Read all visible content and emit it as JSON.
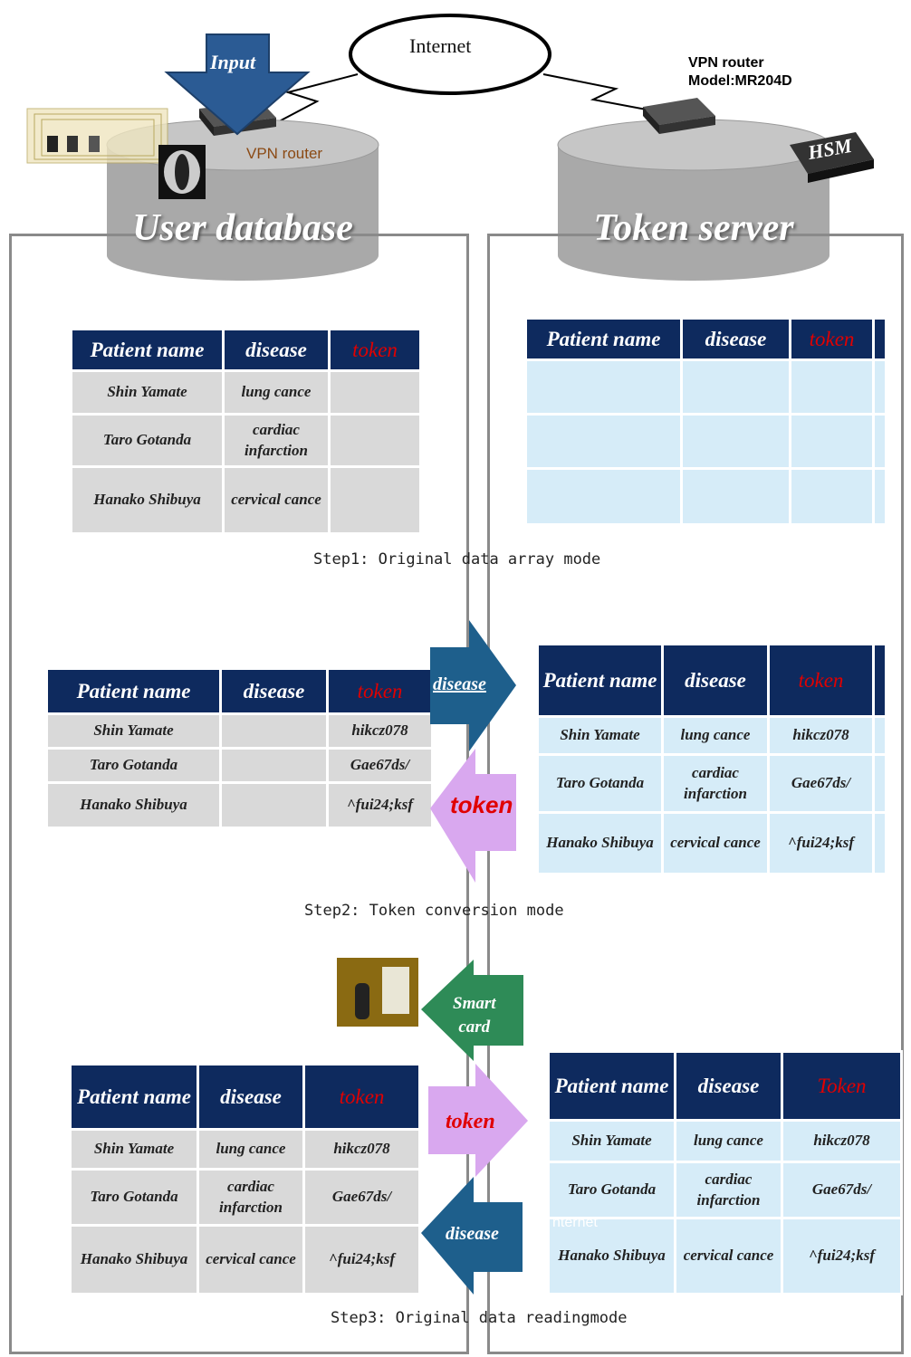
{
  "internet_label": "Internet",
  "input_label": "Input",
  "vpn_router_left": "VPN router",
  "vpn_router_right_line1": "VPN router",
  "vpn_router_right_line2": "Model:MR204D",
  "hsm_label": "HSM",
  "user_database_label": "User database",
  "token_server_label": "Token server",
  "headers": {
    "patient": "Patient name",
    "disease": "disease",
    "token": "token",
    "token_cap": "Token"
  },
  "patients": [
    "Shin Yamate",
    "Taro Gotanda",
    "Hanako Shibuya"
  ],
  "diseases": [
    "lung cance",
    "cardiac infarction",
    "cervical cance"
  ],
  "tokens": [
    "hikcz078",
    "Gae67ds/",
    "^fui24;ksf"
  ],
  "arrows": {
    "disease": "disease",
    "token": "token",
    "smart_card_line1": "Smart",
    "smart_card_line2": "card"
  },
  "ghost_text": "nternet",
  "steps": {
    "step1": "Step1: Original data array mode",
    "step2": "Step2:  Token conversion mode",
    "step3": "Step3: Original data readingmode"
  },
  "colors": {
    "navy_header": "#0e2a5e",
    "token_red": "#e00000",
    "grey_cell": "#d9d9d9",
    "blue_cell": "#d6ecf8",
    "input_arrow": "#2b5b94",
    "disease_arrow": "#1e5f8c",
    "token_arrow": "#d9a8ef",
    "smart_card_arrow": "#2e8b57"
  }
}
